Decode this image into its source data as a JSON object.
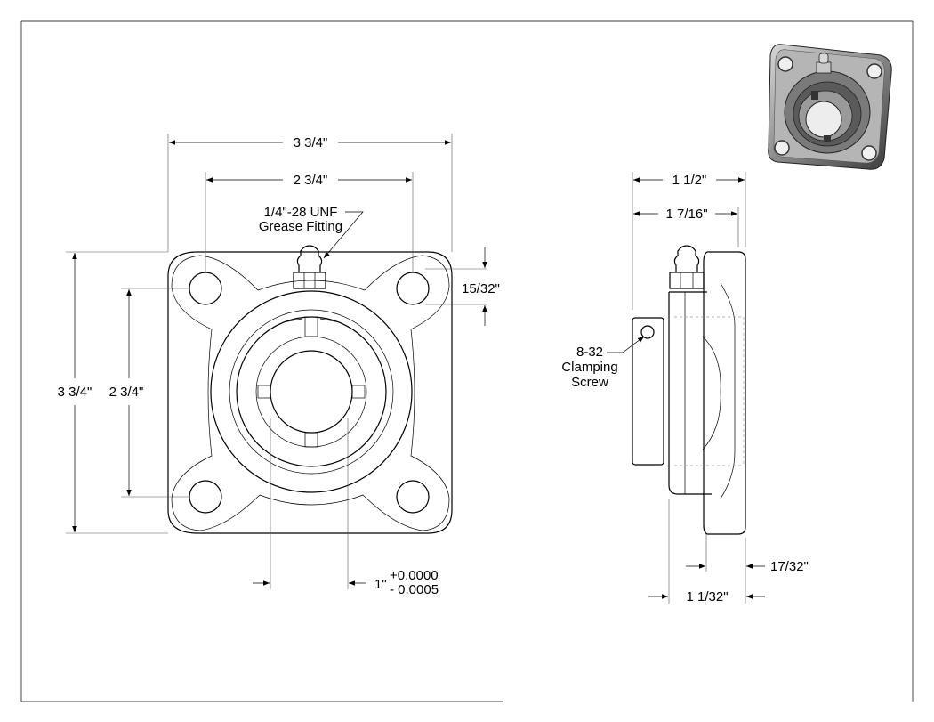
{
  "front_view": {
    "overall_width": "3 3/4\"",
    "bolt_spacing_horizontal": "2 3/4\"",
    "grease_fitting_line1": "1/4\"-28 UNF",
    "grease_fitting_line2": "Grease Fitting",
    "hole_offset": "15/32\"",
    "overall_height": "3 3/4\"",
    "bolt_spacing_vertical": "2 3/4\"",
    "bore_size": "1\"",
    "bore_tol_upper": "+0.0000",
    "bore_tol_lower": "- 0.0005"
  },
  "side_view": {
    "overall_depth": "1 1/2\"",
    "depth_2": "1 7/16\"",
    "clamp_line1": "8-32",
    "clamp_line2": "Clamping",
    "clamp_line3": "Screw",
    "flange_thickness": "17/32\"",
    "housing_depth": "1 1/32\""
  }
}
